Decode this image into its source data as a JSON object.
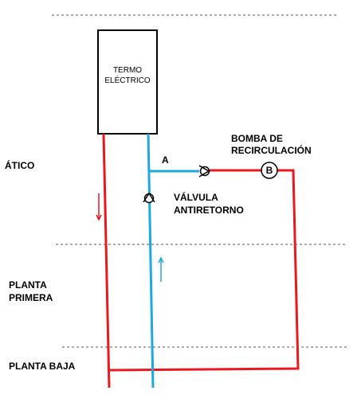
{
  "heater": {
    "line1": "TERMO",
    "line2": "ELÉCTRICO"
  },
  "floors": {
    "attic": "ÁTICO",
    "first_line1": "PLANTA",
    "first_line2": "PRIMERA",
    "ground": "PLANTA BAJA"
  },
  "pump": {
    "title_line1": "BOMBA DE",
    "title_line2": "RECIRCULACIÓN",
    "symbol": "B"
  },
  "valve": {
    "line1": "VÁLVULA",
    "line2": "ANTIRETORNO"
  },
  "junction_label": "A",
  "colors": {
    "hot": "#e8191f",
    "cold": "#1fa7e0",
    "outline": "#000000",
    "divider": "#555555"
  }
}
